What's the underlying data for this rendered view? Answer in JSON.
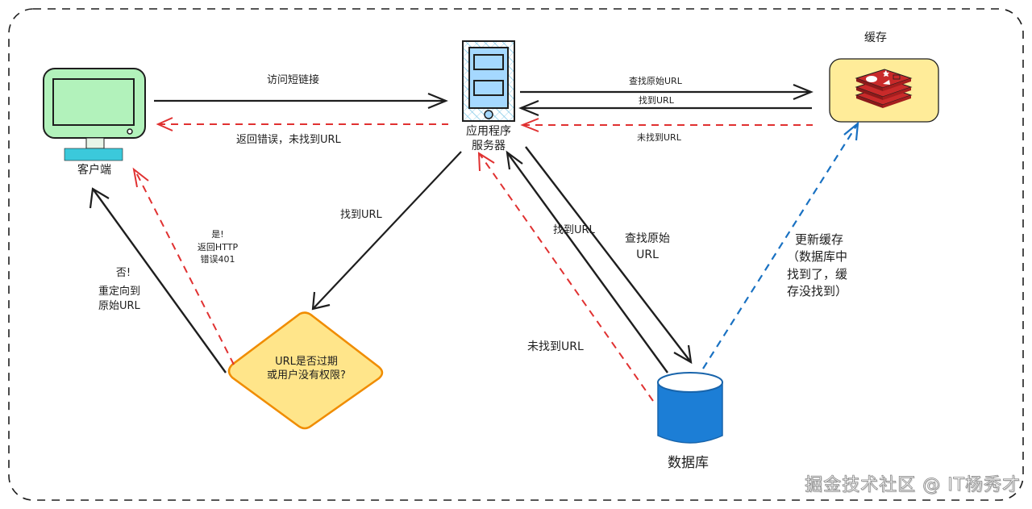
{
  "colors": {
    "stroke": "#1e1e1e",
    "error_red": "#e03131",
    "update_blue": "#1971c2",
    "client_fill": "#b2f2bb",
    "client_stand": "#3bc9db",
    "server_fill": "#a5d8ff",
    "cache_fill": "#ffec99",
    "cache_icon": "#c92a2a",
    "decision_fill": "#ffe58a",
    "decision_stroke": "#f08c00",
    "database_fill": "#1c7ed6"
  },
  "nodes": {
    "client": {
      "label": "客户端",
      "icon": "monitor-icon"
    },
    "server": {
      "label_line1": "应用程序",
      "label_line2": "服务器",
      "icon": "phone-server-icon"
    },
    "cache": {
      "label": "缓存",
      "icon": "redis-stack-icon"
    },
    "decision": {
      "line1": "URL是否过期",
      "line2": "或用户没有权限?"
    },
    "database": {
      "label": "数据库",
      "icon": "database-cylinder-icon"
    }
  },
  "edges": {
    "client_to_server": "访问短链接",
    "server_to_client_error": "返回错误，未找到URL",
    "server_to_cache": "查找原始URL",
    "cache_to_server_found": "找到URL",
    "cache_to_server_notfound": "未找到URL",
    "server_to_decision": "找到URL",
    "decision_yes_line1": "是!",
    "decision_yes_line2": "返回HTTP",
    "decision_yes_line3": "错误401",
    "decision_no_line1": "否!",
    "decision_no_line2": "重定向到",
    "decision_no_line3": "原始URL",
    "db_to_server_found": "找到URL",
    "server_to_db_line1": "查找原始",
    "server_to_db_line2": "URL",
    "db_to_server_notfound": "未找到URL",
    "db_to_cache_line1": "更新缓存",
    "db_to_cache_line2": "（数据库中",
    "db_to_cache_line3": "找到了，缓",
    "db_to_cache_line4": "存没找到）"
  },
  "watermark": "掘金技术社区 @ IT杨秀才"
}
